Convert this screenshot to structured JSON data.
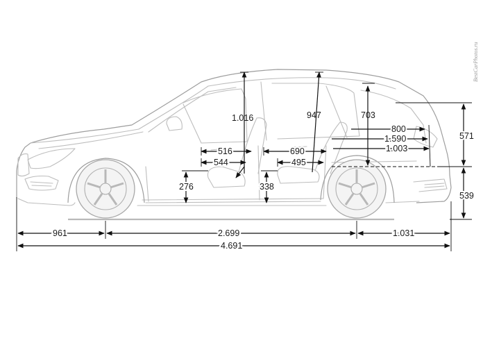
{
  "watermark": "BestCarPhotos.ru",
  "dimensions": {
    "headroom_front": "1.016",
    "headroom_rear": "947",
    "roof_to_cargo_height": "703",
    "cargo_length_800": "800",
    "cargo_length_1590": "1.590",
    "cargo_length_1003": "1.003",
    "front_seat_516": "516",
    "front_seat_544": "544",
    "rear_legroom_690": "690",
    "rear_legroom_495": "495",
    "front_seat_height": "276",
    "rear_seat_height": "338",
    "rear_height_571": "571",
    "loading_sill_539": "539",
    "front_overhang": "961",
    "wheelbase": "2.699",
    "rear_overhang": "1.031",
    "overall_length": "4.691"
  }
}
